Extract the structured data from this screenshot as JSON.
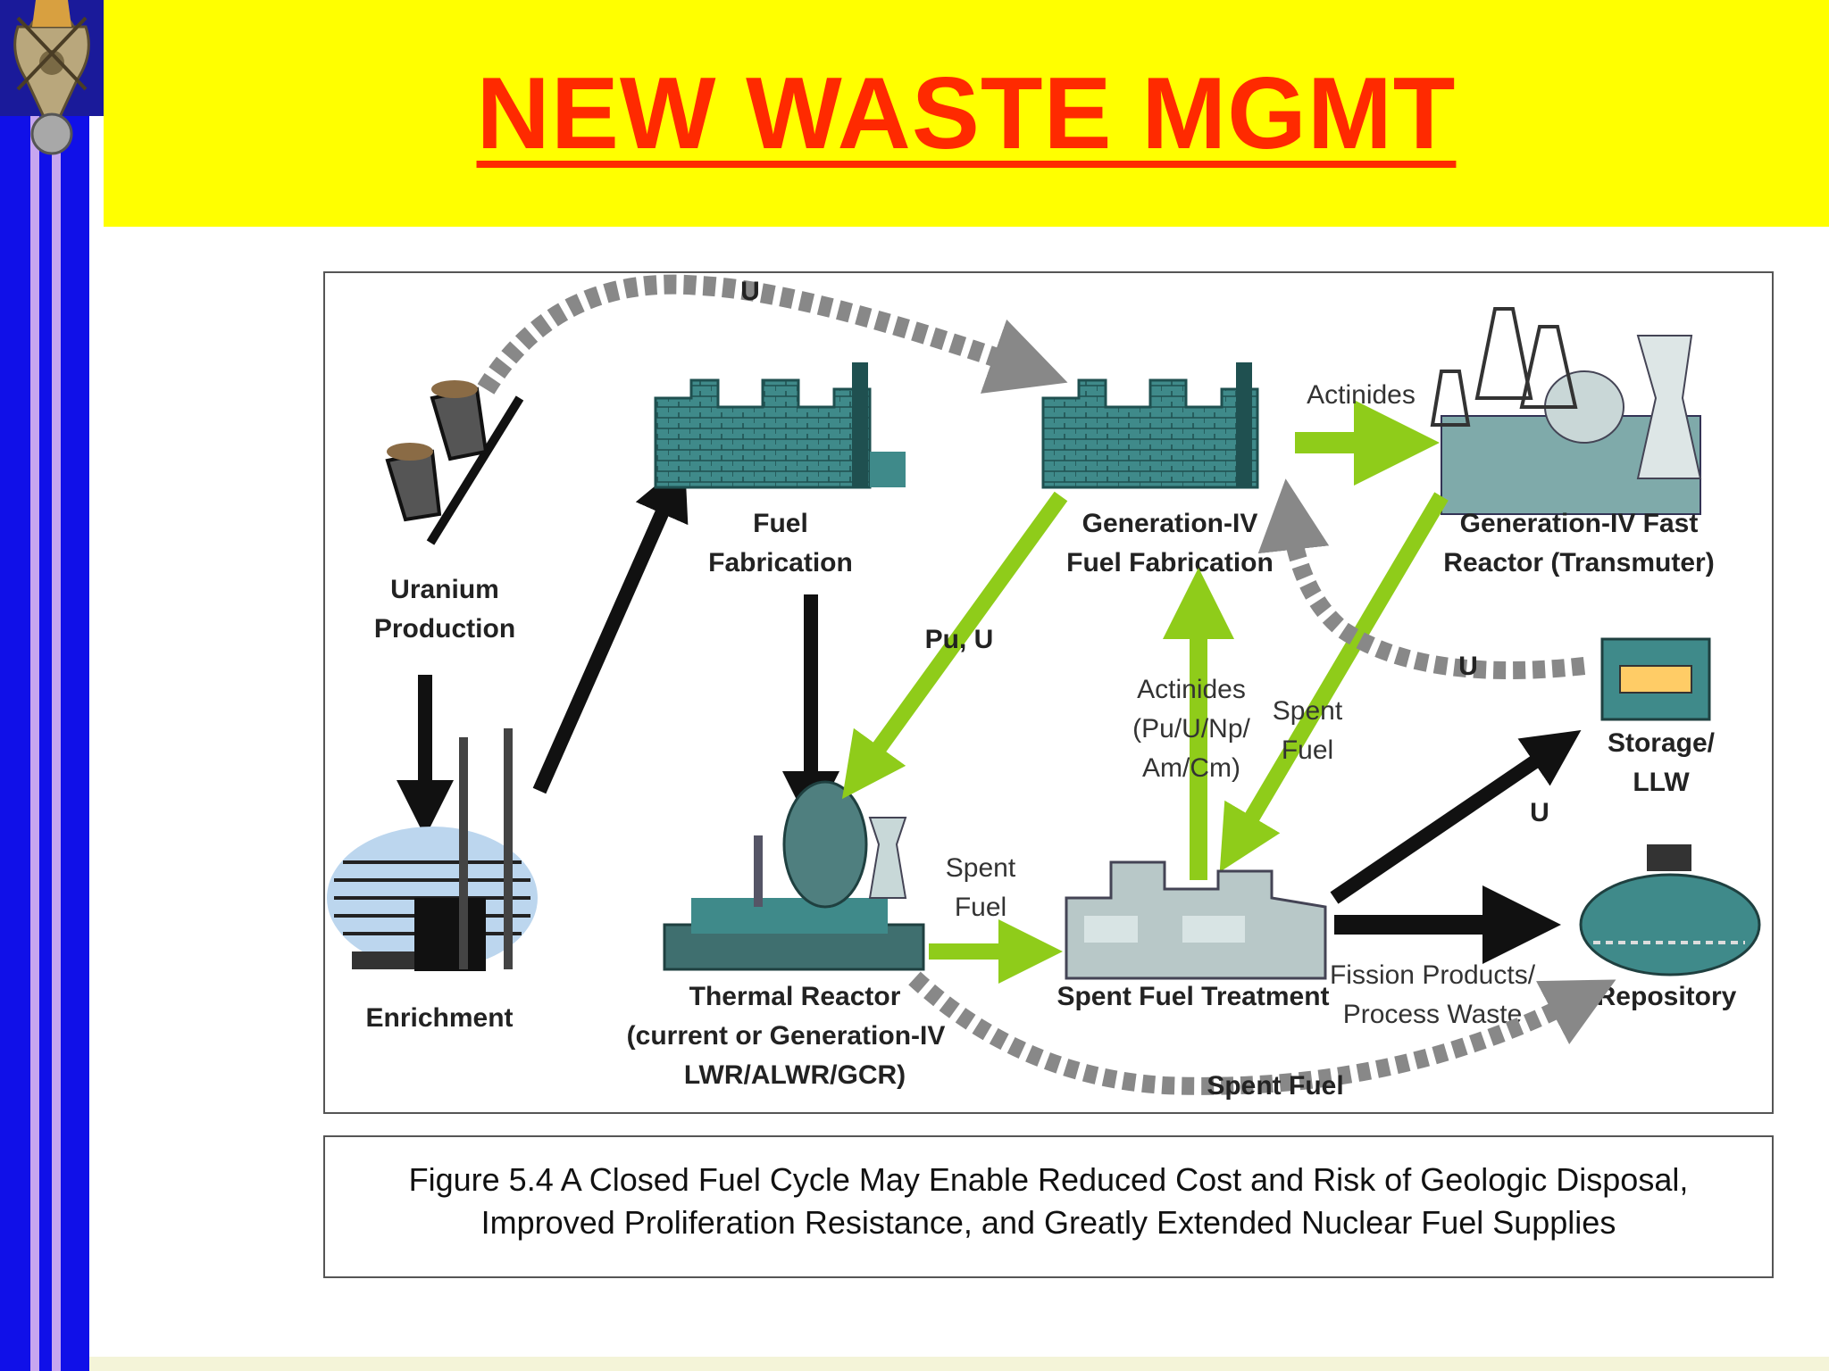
{
  "slide": {
    "title": "NEW WASTE MGMT"
  },
  "diagram": {
    "nodes": {
      "uranium_production": "Uranium Production",
      "uranium_line1": "Uranium",
      "uranium_line2": "Production",
      "enrichment": "Enrichment",
      "fuel_line1": "Fuel",
      "fuel_line2": "Fabrication",
      "thermal_line1": "Thermal Reactor",
      "thermal_line2": "(current or Generation-IV",
      "thermal_line3": "LWR/ALWR/GCR)",
      "gen4fab_line1": "Generation-IV",
      "gen4fab_line2": "Fuel Fabrication",
      "fast_line1": "Generation-IV Fast",
      "fast_line2": "Reactor (Transmuter)",
      "spent_treatment": "Spent Fuel Treatment",
      "storage_line1": "Storage/",
      "storage_line2": "LLW",
      "repository": "Repository"
    },
    "flows": {
      "u_top": "U",
      "actinides_top": "Actinides",
      "pu_u": "Pu, U",
      "actinides_mid_1": "Actinides",
      "actinides_mid_2": "(Pu/U/Np/",
      "actinides_mid_3": "Am/Cm)",
      "spent_fuel_mid_1": "Spent",
      "spent_fuel_mid_2": "Fuel",
      "spent_fuel_thermal_1": "Spent",
      "spent_fuel_thermal_2": "Fuel",
      "u_right": "U",
      "u_storage": "U",
      "fission_1": "Fission Products/",
      "fission_2": "Process Waste",
      "spent_fuel_bottom": "Spent Fuel"
    }
  },
  "caption": {
    "line1": "Figure 5.4 A Closed Fuel Cycle May Enable Reduced Cost and Risk of Geologic Disposal,",
    "line2": "Improved Proliferation Resistance, and Greatly Extended Nuclear Fuel Supplies"
  },
  "colors": {
    "header_bg": "#ffff00",
    "title_color": "#ff2a00",
    "left_bar": "#1010e8",
    "green_arrow": "#8fcc1a",
    "building": "#3f8a8a"
  }
}
